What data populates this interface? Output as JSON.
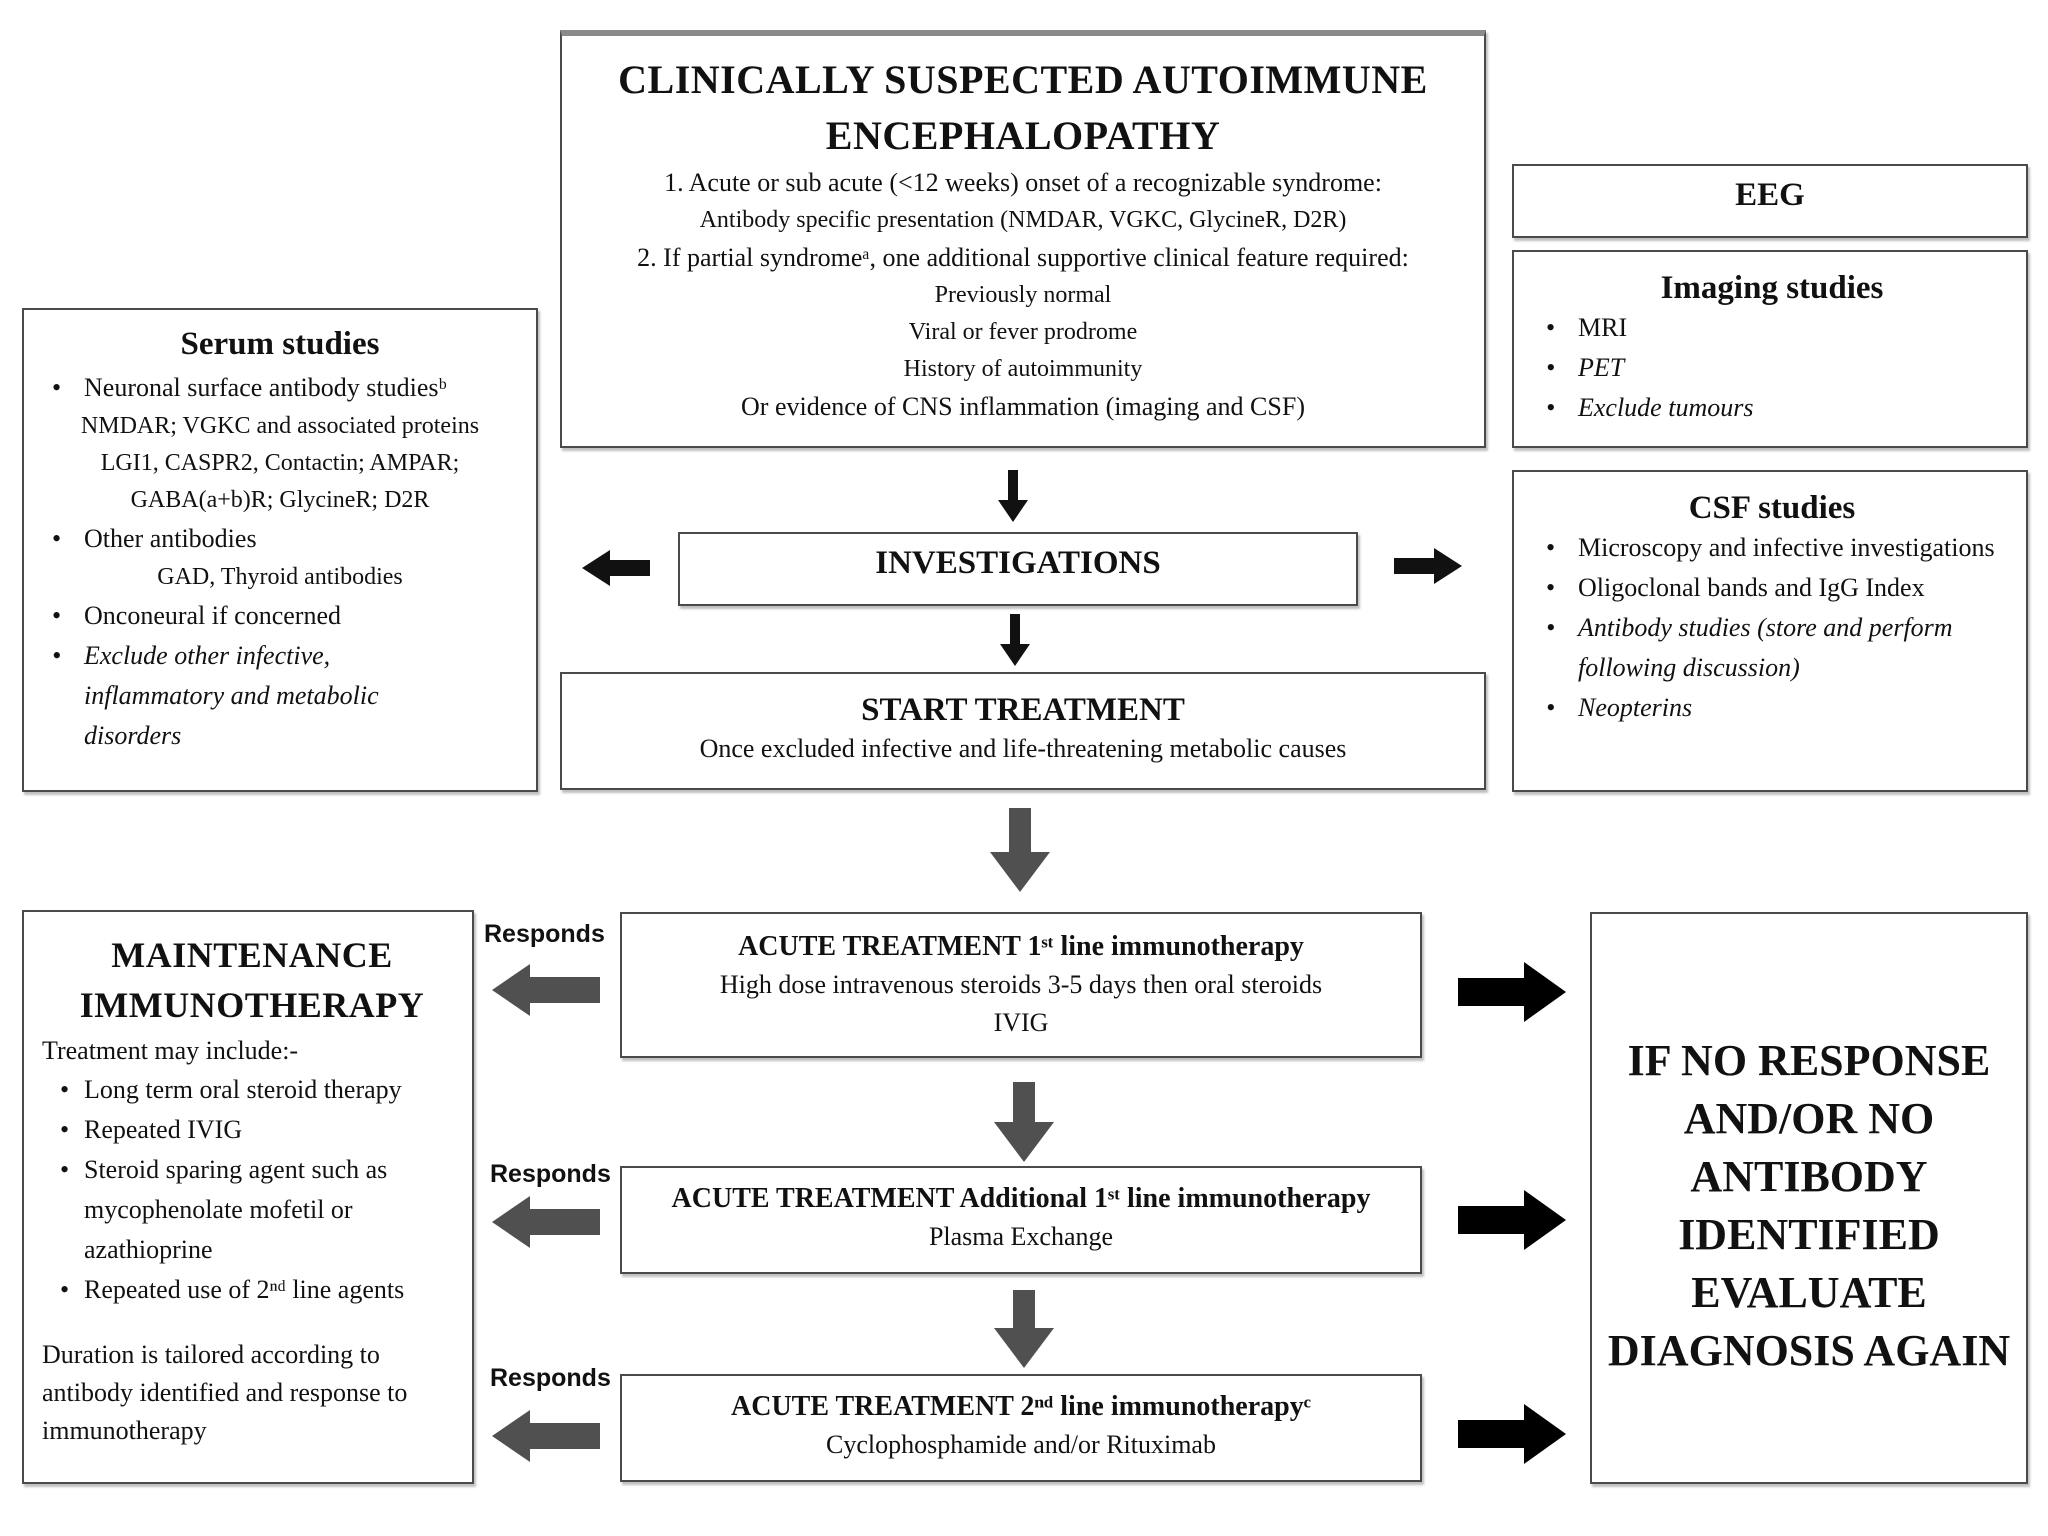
{
  "suspected": {
    "title_line1": "CLINICALLY SUSPECTED AUTOIMMUNE",
    "title_line2": "ENCEPHALOPATHY",
    "line1": "1. Acute or sub acute (<12 weeks) onset of a recognizable syndrome:",
    "line2": "Antibody specific presentation (NMDAR, VGKC, GlycineR, D2R)",
    "line3": "2. If partial syndromeᵃ, one additional supportive clinical feature required:",
    "features": [
      "Previously normal",
      "Viral or fever prodrome",
      "History of autoimmunity",
      "Or evidence of CNS inflammation (imaging and CSF)"
    ]
  },
  "serum": {
    "title": "Serum studies",
    "item1": "Neuronal surface antibody studiesᵇ",
    "item1_sub": [
      "NMDAR; VGKC and associated proteins",
      "LGI1, CASPR2, Contactin; AMPAR;",
      "GABA(a+b)R; GlycineR; D2R"
    ],
    "item2": "Other antibodies",
    "item2_sub": "GAD, Thyroid antibodies",
    "item3": "Onconeural if concerned",
    "item4": "Exclude other infective, inflammatory and metabolic disorders"
  },
  "eeg": {
    "title": "EEG"
  },
  "imaging": {
    "title": "Imaging studies",
    "items": [
      "MRI",
      "PET",
      "Exclude tumours"
    ]
  },
  "csf": {
    "title": "CSF studies",
    "items": [
      "Microscopy and infective investigations",
      "Oligoclonal bands and IgG Index",
      "Antibody studies (store and perform following discussion)",
      "Neopterins"
    ]
  },
  "investigations": {
    "title": "INVESTIGATIONS"
  },
  "start": {
    "title": "START TREATMENT",
    "text": "Once excluded infective and life-threatening metabolic causes"
  },
  "maintenance": {
    "title_line1": "MAINTENANCE",
    "title_line2": "IMMUNOTHERAPY",
    "intro": "Treatment may include:-",
    "items": [
      "Long term oral steroid therapy",
      "Repeated IVIG",
      "Steroid sparing agent such as mycophenolate mofetil or azathioprine",
      "Repeated use of 2ⁿᵈ line agents"
    ],
    "duration": "Duration is tailored according to antibody identified and response to immunotherapy"
  },
  "acute1": {
    "title": "ACUTE TREATMENT 1ˢᵗ  line immunotherapy",
    "line1": "High dose intravenous steroids 3-5 days then oral steroids",
    "line2": "IVIG"
  },
  "acute2": {
    "title": "ACUTE TREATMENT Additional 1ˢᵗ  line immunotherapy",
    "line1": "Plasma Exchange"
  },
  "acute3": {
    "title": "ACUTE TREATMENT 2ⁿᵈ  line immunotherapyᶜ",
    "line1": "Cyclophosphamide and/or Rituximab"
  },
  "responds_label": "Responds",
  "no_response": {
    "lines": [
      "IF NO RESPONSE",
      "AND/OR NO",
      "ANTIBODY",
      "IDENTIFIED",
      "EVALUATE",
      "DIAGNOSIS AGAIN"
    ]
  }
}
